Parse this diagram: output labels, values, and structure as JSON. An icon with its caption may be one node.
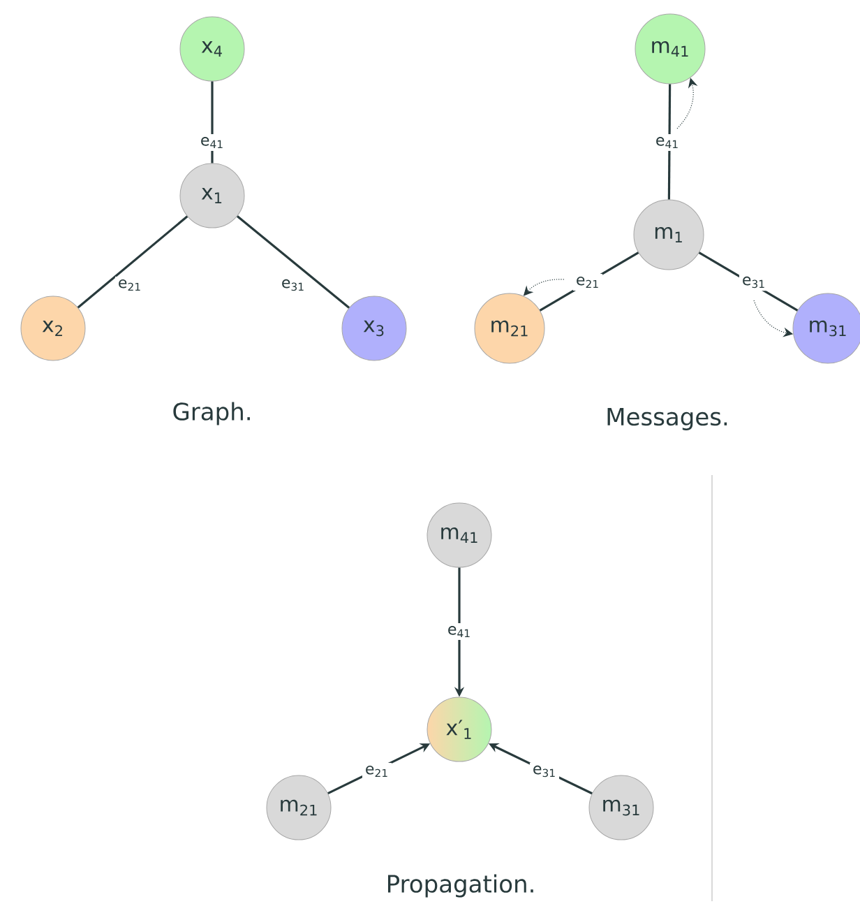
{
  "diagram": {
    "nodes": [
      {
        "text": [
          "x$_{4}$"
        ]
      },
      {
        "text": [
          "x$_{1}$"
        ]
      },
      {
        "text": [
          "x$_{2}$"
        ]
      },
      {
        "text": [
          "x$_{3}$"
        ]
      },
      {
        "text": [
          "m$_{41}$"
        ]
      },
      {
        "text": [
          "m$_{1}$"
        ]
      },
      {
        "text": [
          "m$_{21}$"
        ]
      },
      {
        "text": [
          "m$_{31}$"
        ]
      },
      {
        "text": [
          "m$_{41}$"
        ]
      },
      {
        "text": [
          "x′$_{1}$"
        ]
      },
      {
        "text": [
          "m$_{21}$"
        ]
      },
      {
        "text": [
          "m$_{31}$"
        ]
      }
    ],
    "edges": [
      {
        "from": 0,
        "to": 1,
        "arrow": "none",
        "label": "e$_{41}$"
      },
      {
        "from": 2,
        "to": 1,
        "arrow": "none",
        "label": "e$_{21}$"
      },
      {
        "from": 3,
        "to": 1,
        "arrow": "none",
        "label": "e$_{31}$"
      },
      {
        "from": 4,
        "to": 5,
        "arrow": "none",
        "label": "e$_{41}$"
      },
      {
        "from": 6,
        "to": 5,
        "arrow": "none",
        "label": "e$_{21}$"
      },
      {
        "from": 7,
        "to": 5,
        "arrow": "none",
        "label": "e$_{31}$"
      },
      {
        "from": null,
        "to": 4,
        "arrow": "to",
        "style": "dashed"
      },
      {
        "from": null,
        "to": 6,
        "arrow": "to",
        "style": "dashed"
      },
      {
        "from": null,
        "to": 7,
        "arrow": "to",
        "style": "dashed"
      },
      {
        "from": 8,
        "to": 9,
        "arrow": "to",
        "label": "e$_{41}$"
      },
      {
        "from": 10,
        "to": 9,
        "arrow": "to",
        "label": "e$_{21}$"
      },
      {
        "from": 11,
        "to": 9,
        "arrow": "to",
        "label": "e$_{31}$"
      }
    ],
    "labels": [
      "Graph.",
      "Messages.",
      "Propagation."
    ]
  }
}
